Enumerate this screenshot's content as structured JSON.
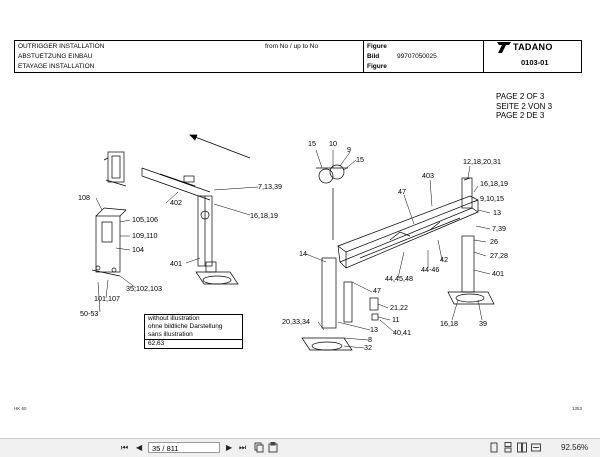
{
  "header": {
    "title_en": "OUTRIGGER INSTALLATION",
    "title_de": "ABSTUETZUNG EINBAU",
    "title_fr": "ETAYAGE INSTALLATION",
    "from_to": "from No / up to No",
    "figure_label": "Figure",
    "bild_label": "Bild",
    "figure_label_fr": "Figure",
    "bild_value": "99707050025",
    "brand": "TADANO",
    "figure_number": "0103-01"
  },
  "page_info": {
    "en": "PAGE 2 OF 3",
    "de": "SEITE 2 VON 3",
    "fr": "PAGE 2 DE 3"
  },
  "callouts": {
    "c15a": "15",
    "c10": "10",
    "c9": "9",
    "c15b": "15",
    "c12": "12,18,20,31",
    "c403": "403",
    "c47a": "47",
    "c16a": "16,18,19",
    "c9b": "9,10,15",
    "c13a": "13",
    "c7a": "7,39",
    "c26": "26",
    "c27": "27,28",
    "c401b": "401",
    "c42": "42",
    "c4446": "44-46",
    "c444548": "44,45,48",
    "c14": "14",
    "c47b": "47",
    "c2122": "21,22",
    "c11": "11",
    "c13b": "13",
    "c4041": "40,41",
    "c8": "8",
    "c32": "32",
    "c203334": "20,33,34",
    "c1618b": "16,18",
    "c39": "39",
    "c402": "402",
    "c71339": "7,13,39",
    "c161819": "16,18,19",
    "c401a": "401",
    "c108": "108",
    "c105": "105,106",
    "c109": "109,110",
    "c104": "104",
    "c35": "35,102,103",
    "c101": "101,107",
    "c5053": "50-53"
  },
  "note": {
    "line1": "without illustration",
    "line2": "ohne bildliche Darstellung",
    "line3": "sans illustration",
    "line4": "62,63"
  },
  "footer": {
    "left": "HK 60",
    "right": "1353"
  },
  "viewer": {
    "page_field": "35 / 811",
    "zoom": "92.56%"
  }
}
